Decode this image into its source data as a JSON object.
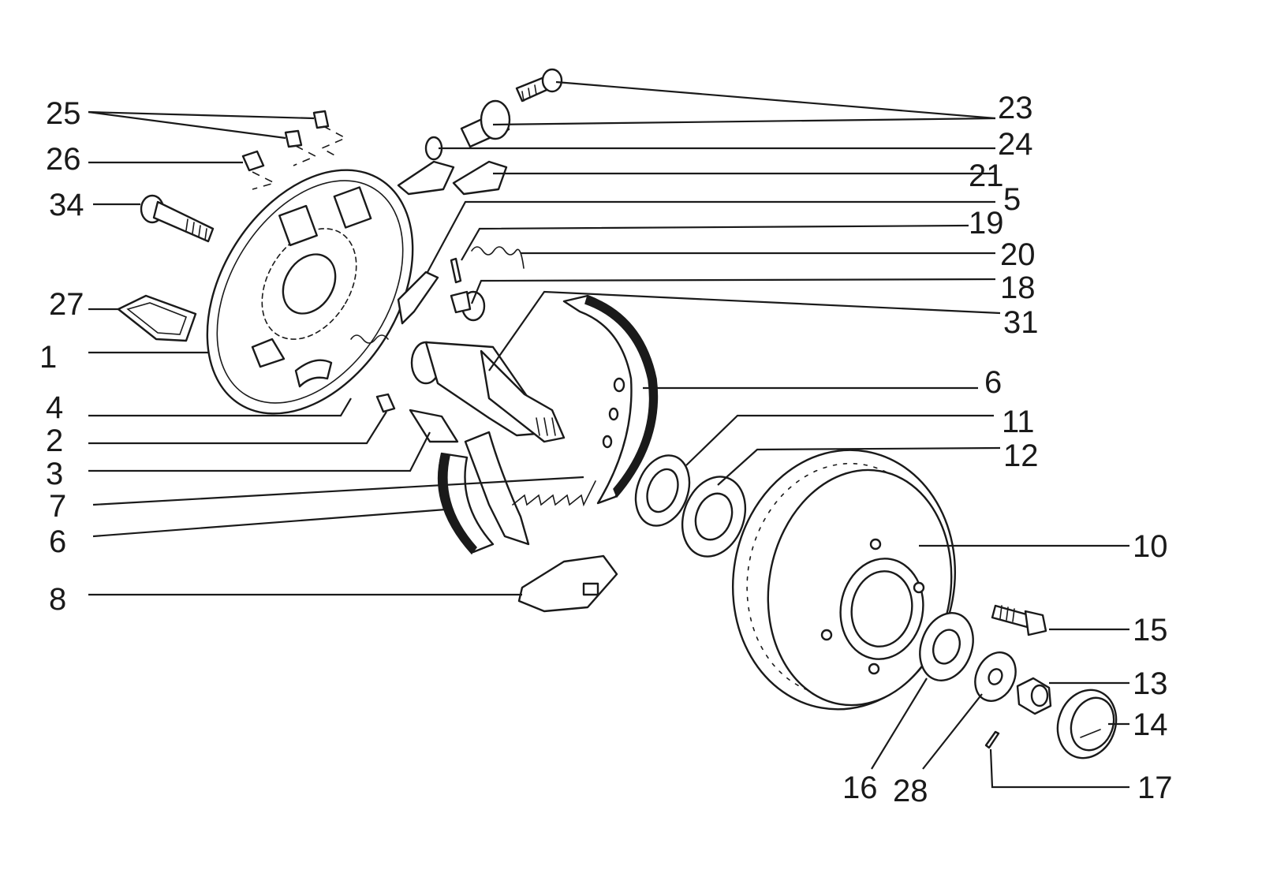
{
  "callouts": {
    "n1": "1",
    "n2": "2",
    "n3": "3",
    "n4": "4",
    "n5": "5",
    "n6a": "6",
    "n6b": "6",
    "n7": "7",
    "n8": "8",
    "n10": "10",
    "n11": "11",
    "n12": "12",
    "n13": "13",
    "n14": "14",
    "n15": "15",
    "n16": "16",
    "n17": "17",
    "n18": "18",
    "n19": "19",
    "n20": "20",
    "n21": "21",
    "n23": "23",
    "n24": "24",
    "n25": "25",
    "n26": "26",
    "n27": "27",
    "n28": "28",
    "n31": "31",
    "n34": "34"
  }
}
